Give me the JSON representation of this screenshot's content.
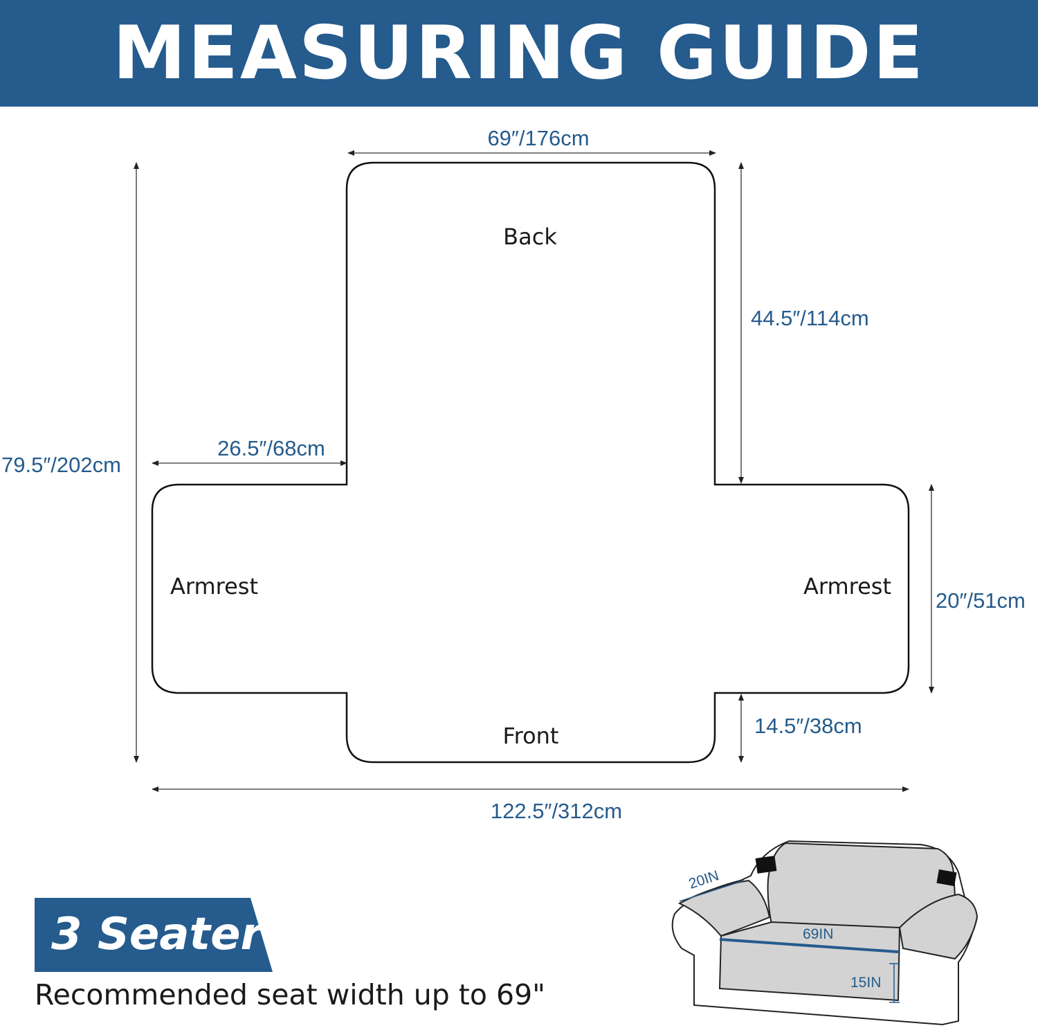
{
  "header": {
    "title": "MEASURING GUIDE"
  },
  "cover": {
    "regions": {
      "back": "Back",
      "front": "Front",
      "armrest_left": "Armrest",
      "armrest_right": "Armrest"
    },
    "dimensions": {
      "back_width": "69″/176cm",
      "back_length": "44.5″/114cm",
      "total_length": "79.5″/202cm",
      "armrest_width": "26.5″/68cm",
      "armrest_length": "20″/51cm",
      "front_length": "14.5″/38cm",
      "total_width": "122.5″/312cm"
    }
  },
  "badge": {
    "label": "3 Seater",
    "recommendation": "Recommended seat width up to 69\""
  },
  "sofa": {
    "arm_label": "20IN",
    "seat_label": "69IN",
    "front_label": "15IN"
  },
  "colors": {
    "brand": "#255b8d",
    "text": "#1a1a1a",
    "cover_outline": "#111111",
    "sofa_fill": "#d3d3d3"
  }
}
